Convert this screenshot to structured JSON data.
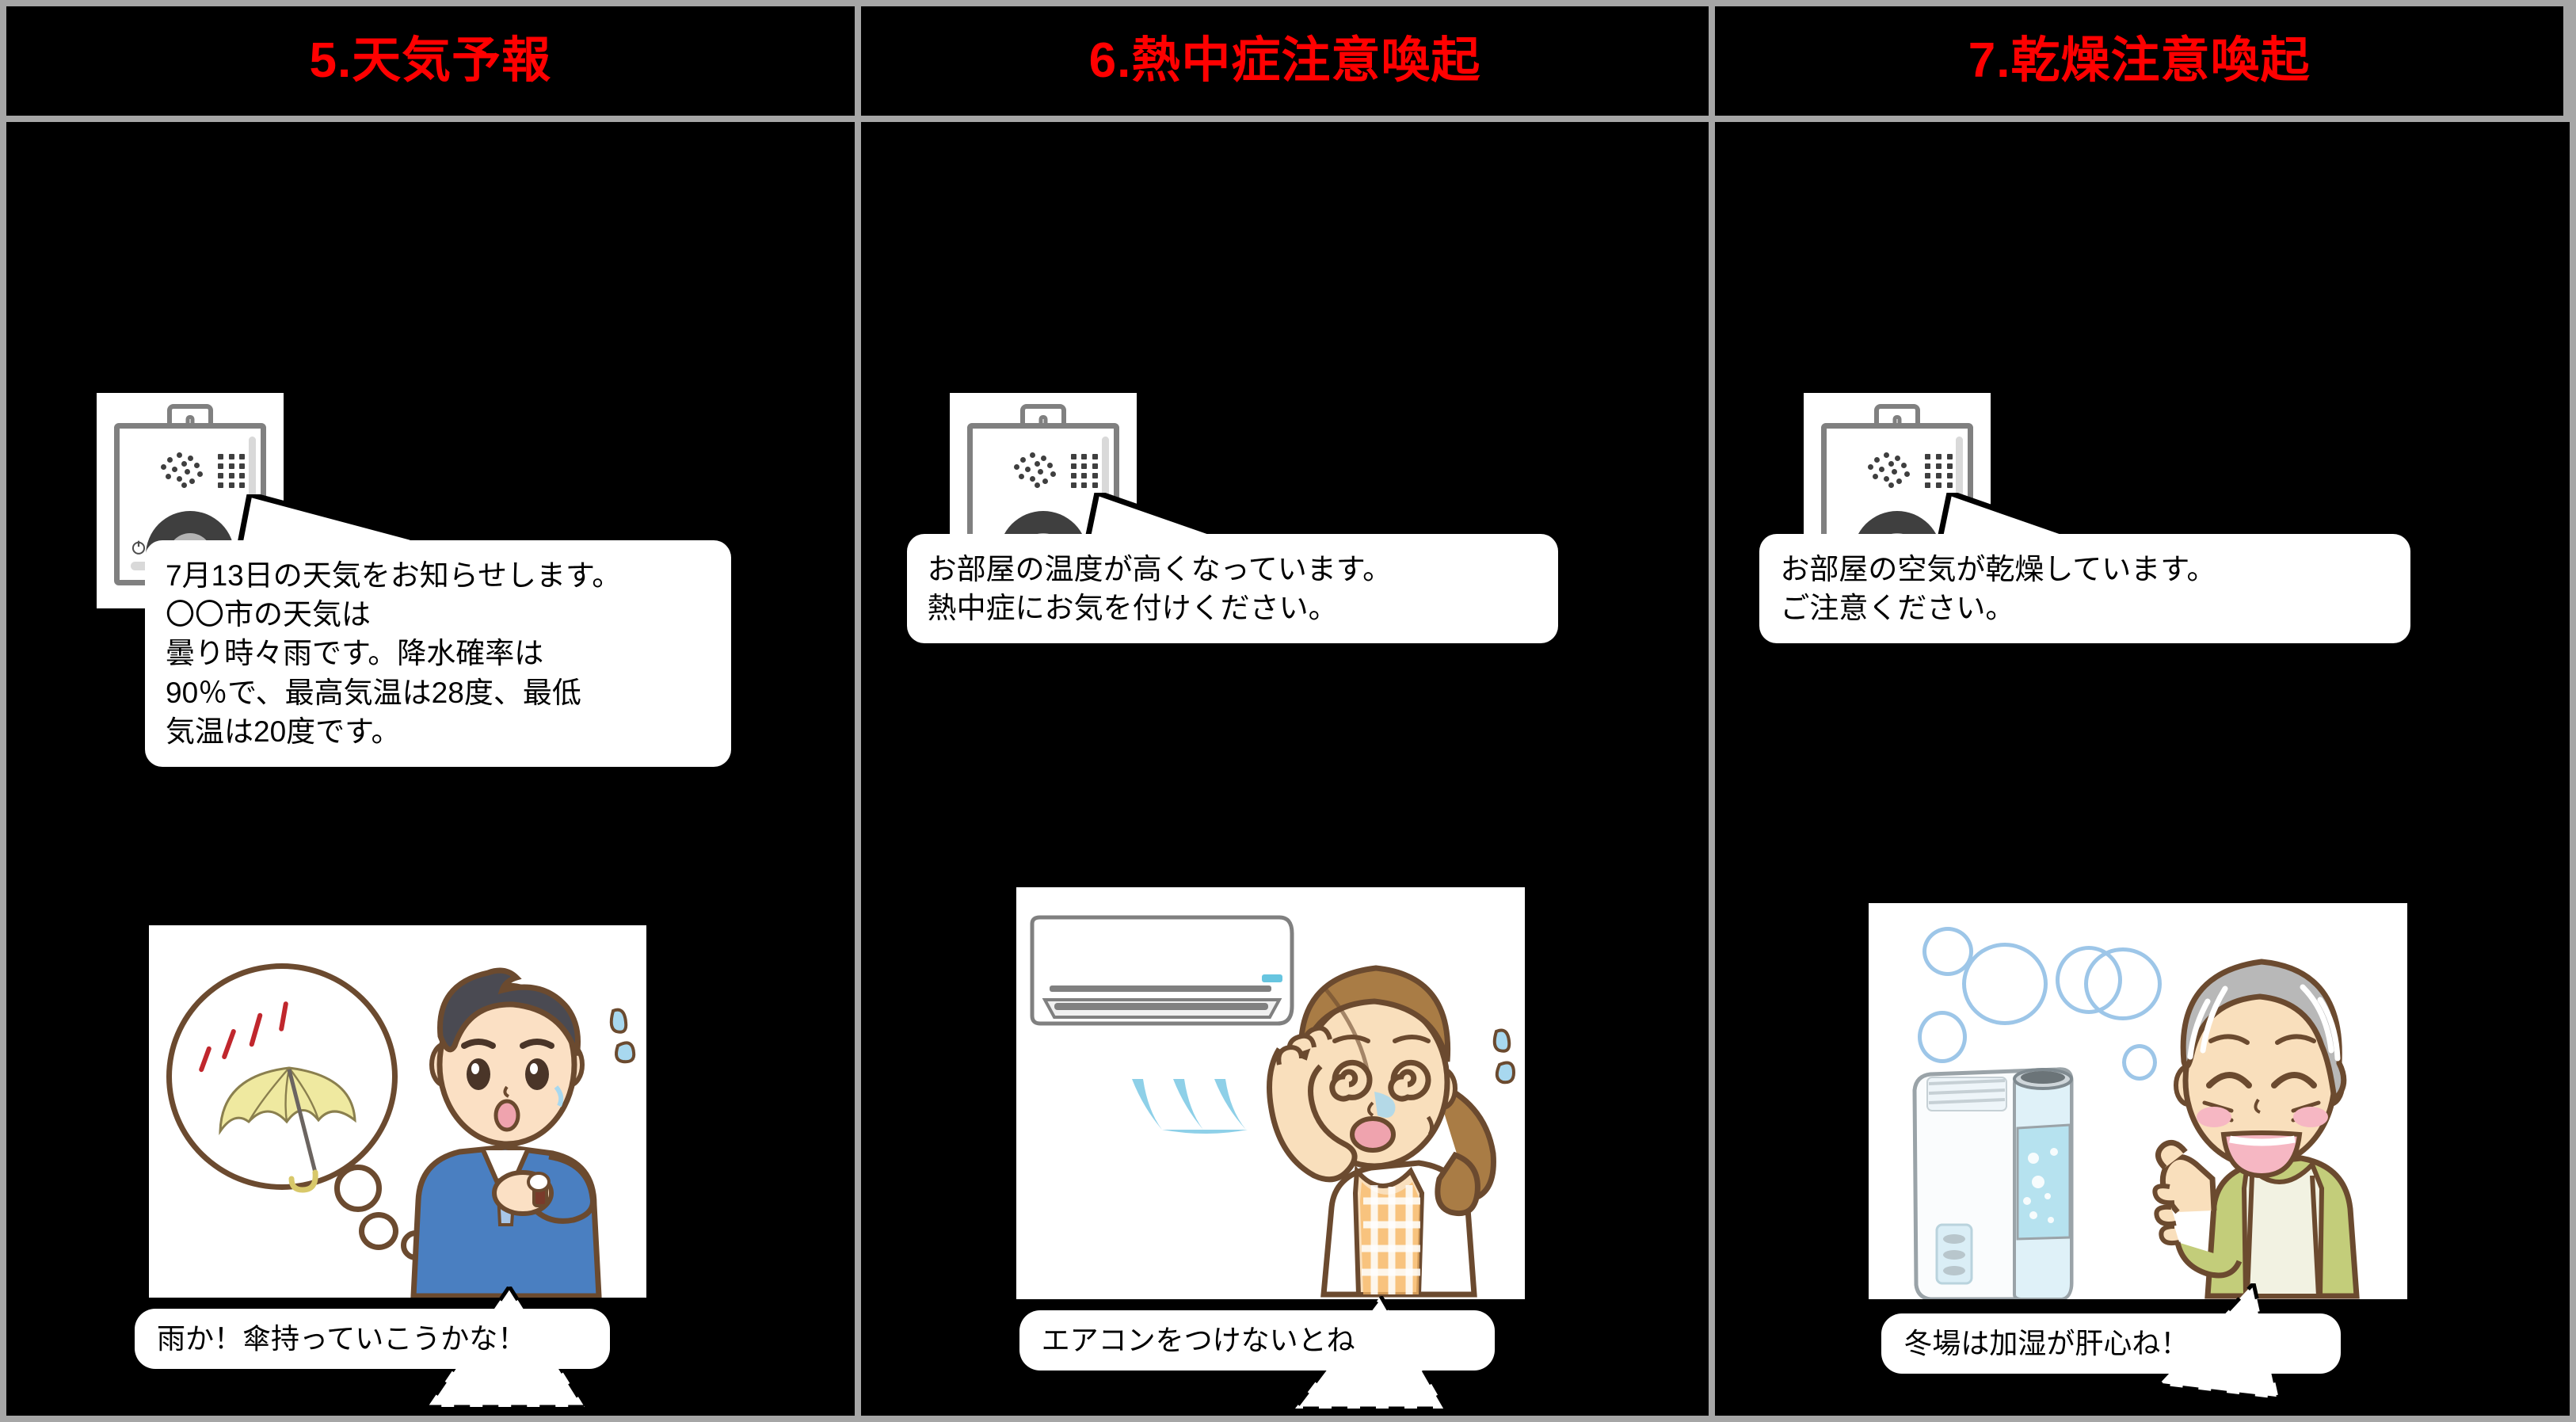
{
  "document": {
    "background_color": "#000000",
    "border_color": "#a6a6a6",
    "title_color": "#ff0000"
  },
  "panels": [
    {
      "id": "panel-weather",
      "title": "5.天気予報",
      "device": {
        "name": "smart-intercom-device",
        "icons": [
          "speaker-dots-icon",
          "grid-dots-icon",
          "power-icon",
          "wifi-icon"
        ]
      },
      "device_bubble": "7月13日の天気をお知らせします。\n〇〇市の天気は\n曇り時々雨です。降水確率は\n90％で、最高気温は28度、最低\n気温は20度です。",
      "illustration": {
        "name": "man-with-umbrella-thought",
        "alt": "傘を思い浮かべる男性",
        "thought_content": "yellow-umbrella-icon",
        "rain_lines_color": "#c0272d",
        "umbrella_color": "#efe9a0",
        "jacket_color": "#4a7fc1",
        "hair_color": "#4a4a52"
      },
      "person_bubble": "雨か！傘持っていこうかな！"
    },
    {
      "id": "panel-heatstroke",
      "title": "6.熱中症注意喚起",
      "device": {
        "name": "smart-intercom-device",
        "icons": [
          "speaker-dots-icon",
          "grid-dots-icon",
          "power-icon",
          "wifi-icon"
        ]
      },
      "device_bubble": "お部屋の温度が高くなっています。\n熱中症にお気を付けください。",
      "illustration": {
        "name": "woman-with-air-conditioner",
        "alt": "エアコンと暑がる女性",
        "appliance": "air-conditioner-icon",
        "airflow_color": "#8ed0e8",
        "hair_color": "#a97c45",
        "apron_color": "#f5a95a"
      },
      "person_bubble": "エアコンをつけないとね"
    },
    {
      "id": "panel-dryness",
      "title": "7.乾燥注意喚起",
      "device": {
        "name": "smart-intercom-device",
        "icons": [
          "speaker-dots-icon",
          "grid-dots-icon",
          "power-icon",
          "wifi-icon"
        ]
      },
      "device_bubble": "お部屋の空気が乾燥しています。\nご注意ください。",
      "illustration": {
        "name": "elderly-woman-with-humidifier",
        "alt": "加湿器と高齢女性",
        "appliance": "humidifier-icon",
        "bubbles_color": "#9dc6e8",
        "hair_color": "#b8b8b8",
        "cardigan_color": "#c3cd7a"
      },
      "person_bubble": "冬場は加湿が肝心ね！"
    }
  ]
}
